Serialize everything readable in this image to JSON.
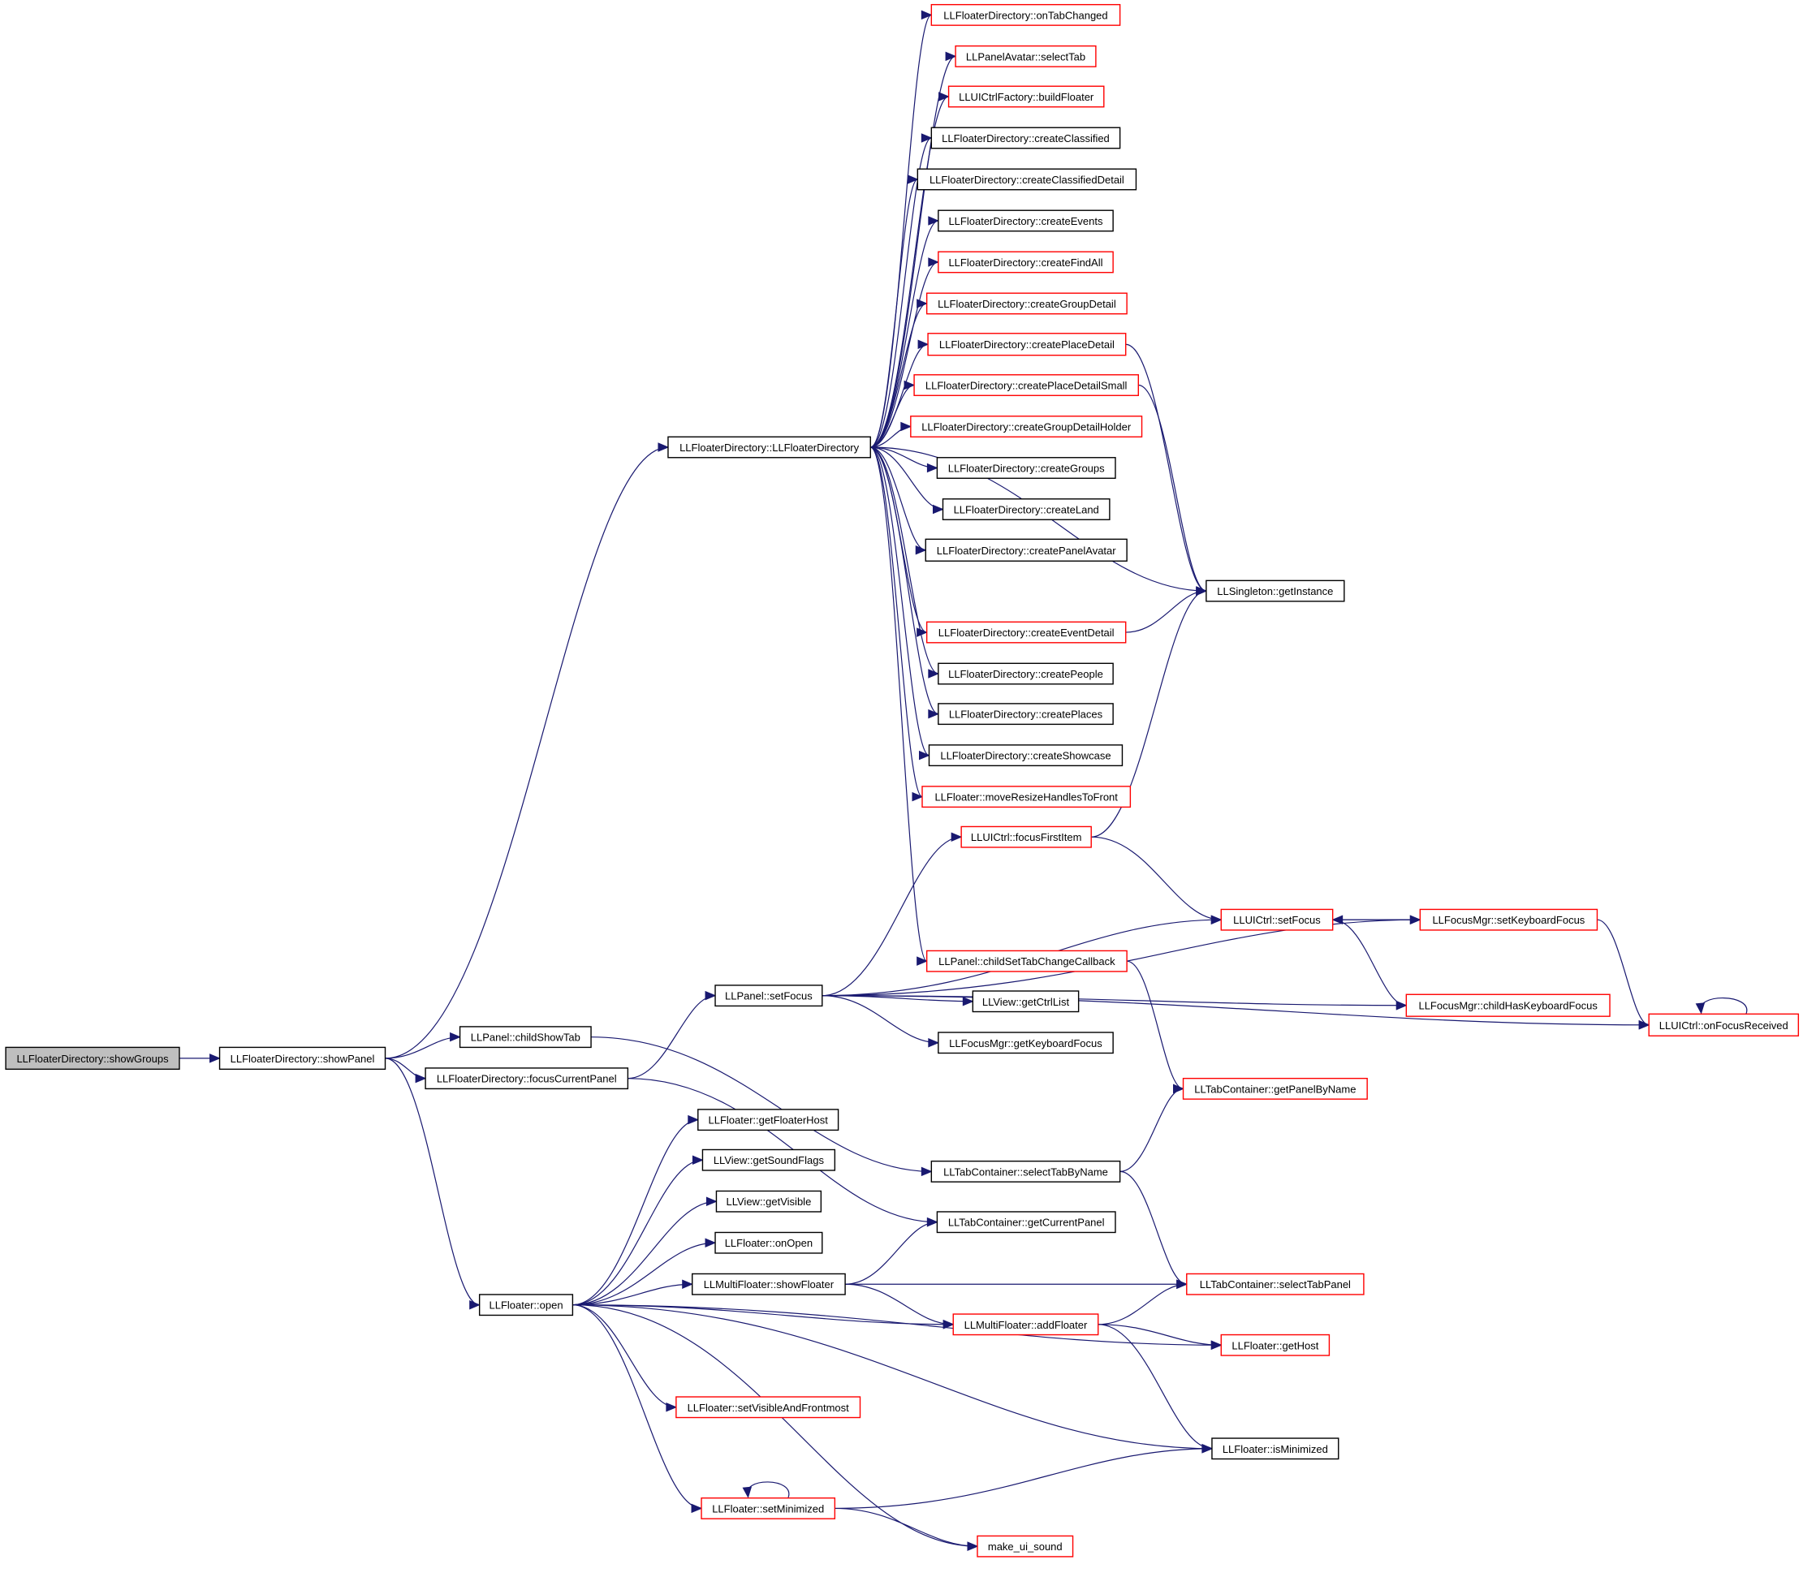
{
  "nodes": [
    {
      "id": "showGroups",
      "label": "LLFloaterDirectory::showGroups",
      "style": "root"
    },
    {
      "id": "showPanel",
      "label": "LLFloaterDirectory::showPanel",
      "style": "black"
    },
    {
      "id": "ctor",
      "label": "LLFloaterDirectory::LLFloaterDirectory",
      "style": "black"
    },
    {
      "id": "onTabChanged",
      "label": "LLFloaterDirectory::onTabChanged",
      "style": "red"
    },
    {
      "id": "selectTab",
      "label": "LLPanelAvatar::selectTab",
      "style": "red"
    },
    {
      "id": "buildFloater",
      "label": "LLUICtrlFactory::buildFloater",
      "style": "red"
    },
    {
      "id": "createClassified",
      "label": "LLFloaterDirectory::createClassified",
      "style": "black"
    },
    {
      "id": "createClassifiedDetail",
      "label": "LLFloaterDirectory::createClassifiedDetail",
      "style": "black"
    },
    {
      "id": "createEvents",
      "label": "LLFloaterDirectory::createEvents",
      "style": "black"
    },
    {
      "id": "createFindAll",
      "label": "LLFloaterDirectory::createFindAll",
      "style": "red"
    },
    {
      "id": "createGroupDetail",
      "label": "LLFloaterDirectory::createGroupDetail",
      "style": "red"
    },
    {
      "id": "createPlaceDetail",
      "label": "LLFloaterDirectory::createPlaceDetail",
      "style": "red"
    },
    {
      "id": "createPlaceDetailSmall",
      "label": "LLFloaterDirectory::createPlaceDetailSmall",
      "style": "red"
    },
    {
      "id": "createGroupDetailHolder",
      "label": "LLFloaterDirectory::createGroupDetailHolder",
      "style": "red"
    },
    {
      "id": "createGroups",
      "label": "LLFloaterDirectory::createGroups",
      "style": "black"
    },
    {
      "id": "createLand",
      "label": "LLFloaterDirectory::createLand",
      "style": "black"
    },
    {
      "id": "createPanelAvatar",
      "label": "LLFloaterDirectory::createPanelAvatar",
      "style": "black"
    },
    {
      "id": "getInstance",
      "label": "LLSingleton::getInstance",
      "style": "black"
    },
    {
      "id": "createEventDetail",
      "label": "LLFloaterDirectory::createEventDetail",
      "style": "red"
    },
    {
      "id": "createPeople",
      "label": "LLFloaterDirectory::createPeople",
      "style": "black"
    },
    {
      "id": "createPlaces",
      "label": "LLFloaterDirectory::createPlaces",
      "style": "black"
    },
    {
      "id": "createShowcase",
      "label": "LLFloaterDirectory::createShowcase",
      "style": "black"
    },
    {
      "id": "moveResize",
      "label": "LLFloater::moveResizeHandlesToFront",
      "style": "red"
    },
    {
      "id": "focusFirstItem",
      "label": "LLUICtrl::focusFirstItem",
      "style": "red"
    },
    {
      "id": "uiSetFocus",
      "label": "LLUICtrl::setFocus",
      "style": "red"
    },
    {
      "id": "setKeyboardFocus",
      "label": "LLFocusMgr::setKeyboardFocus",
      "style": "red"
    },
    {
      "id": "childSetTabChangeCallback",
      "label": "LLPanel::childSetTabChangeCallback",
      "style": "red"
    },
    {
      "id": "childHasKeyboardFocus",
      "label": "LLFocusMgr::childHasKeyboardFocus",
      "style": "red"
    },
    {
      "id": "onFocusReceived",
      "label": "LLUICtrl::onFocusReceived",
      "style": "red"
    },
    {
      "id": "panelSetFocus",
      "label": "LLPanel::setFocus",
      "style": "black"
    },
    {
      "id": "getCtrlList",
      "label": "LLView::getCtrlList",
      "style": "black"
    },
    {
      "id": "childShowTab",
      "label": "LLPanel::childShowTab",
      "style": "black"
    },
    {
      "id": "getKeyboardFocus",
      "label": "LLFocusMgr::getKeyboardFocus",
      "style": "black"
    },
    {
      "id": "focusCurrentPanel",
      "label": "LLFloaterDirectory::focusCurrentPanel",
      "style": "black"
    },
    {
      "id": "getPanelByName",
      "label": "LLTabContainer::getPanelByName",
      "style": "red"
    },
    {
      "id": "getFloaterHost",
      "label": "LLFloater::getFloaterHost",
      "style": "black"
    },
    {
      "id": "getSoundFlags",
      "label": "LLView::getSoundFlags",
      "style": "black"
    },
    {
      "id": "selectTabByName",
      "label": "LLTabContainer::selectTabByName",
      "style": "black"
    },
    {
      "id": "getVisible",
      "label": "LLView::getVisible",
      "style": "black"
    },
    {
      "id": "getCurrentPanel",
      "label": "LLTabContainer::getCurrentPanel",
      "style": "black"
    },
    {
      "id": "onOpen",
      "label": "LLFloater::onOpen",
      "style": "black"
    },
    {
      "id": "showFloater",
      "label": "LLMultiFloater::showFloater",
      "style": "black"
    },
    {
      "id": "selectTabPanel",
      "label": "LLTabContainer::selectTabPanel",
      "style": "red"
    },
    {
      "id": "open",
      "label": "LLFloater::open",
      "style": "black"
    },
    {
      "id": "addFloater",
      "label": "LLMultiFloater::addFloater",
      "style": "red"
    },
    {
      "id": "getHost",
      "label": "LLFloater::getHost",
      "style": "red"
    },
    {
      "id": "setVisibleAndFrontmost",
      "label": "LLFloater::setVisibleAndFrontmost",
      "style": "red"
    },
    {
      "id": "isMinimized",
      "label": "LLFloater::isMinimized",
      "style": "black"
    },
    {
      "id": "setMinimized",
      "label": "LLFloater::setMinimized",
      "style": "red"
    },
    {
      "id": "makeUiSound",
      "label": "make_ui_sound",
      "style": "red"
    }
  ],
  "edges": [
    [
      "showGroups",
      "showPanel"
    ],
    [
      "showPanel",
      "ctor"
    ],
    [
      "showPanel",
      "childShowTab"
    ],
    [
      "showPanel",
      "focusCurrentPanel"
    ],
    [
      "showPanel",
      "open"
    ],
    [
      "ctor",
      "onTabChanged"
    ],
    [
      "ctor",
      "selectTab"
    ],
    [
      "ctor",
      "buildFloater"
    ],
    [
      "ctor",
      "createClassified"
    ],
    [
      "ctor",
      "createClassifiedDetail"
    ],
    [
      "ctor",
      "createEvents"
    ],
    [
      "ctor",
      "createFindAll"
    ],
    [
      "ctor",
      "createGroupDetail"
    ],
    [
      "ctor",
      "createPlaceDetail"
    ],
    [
      "ctor",
      "createPlaceDetailSmall"
    ],
    [
      "ctor",
      "createGroupDetailHolder"
    ],
    [
      "ctor",
      "createGroups"
    ],
    [
      "ctor",
      "createLand"
    ],
    [
      "ctor",
      "createPanelAvatar"
    ],
    [
      "ctor",
      "getInstance"
    ],
    [
      "ctor",
      "createEventDetail"
    ],
    [
      "ctor",
      "createPeople"
    ],
    [
      "ctor",
      "createPlaces"
    ],
    [
      "ctor",
      "createShowcase"
    ],
    [
      "ctor",
      "moveResize"
    ],
    [
      "ctor",
      "childSetTabChangeCallback"
    ],
    [
      "createPlaceDetail",
      "getInstance"
    ],
    [
      "createPlaceDetailSmall",
      "getInstance"
    ],
    [
      "createEventDetail",
      "getInstance"
    ],
    [
      "focusFirstItem",
      "getInstance"
    ],
    [
      "focusFirstItem",
      "uiSetFocus"
    ],
    [
      "uiSetFocus",
      "setKeyboardFocus"
    ],
    [
      "setKeyboardFocus",
      "uiSetFocus"
    ],
    [
      "uiSetFocus",
      "childHasKeyboardFocus"
    ],
    [
      "setKeyboardFocus",
      "onFocusReceived"
    ],
    [
      "onFocusReceived",
      "onFocusReceived"
    ],
    [
      "childSetTabChangeCallback",
      "getPanelByName"
    ],
    [
      "panelSetFocus",
      "focusFirstItem"
    ],
    [
      "panelSetFocus",
      "setKeyboardFocus"
    ],
    [
      "panelSetFocus",
      "uiSetFocus"
    ],
    [
      "panelSetFocus",
      "getCtrlList"
    ],
    [
      "panelSetFocus",
      "getKeyboardFocus"
    ],
    [
      "panelSetFocus",
      "childHasKeyboardFocus"
    ],
    [
      "panelSetFocus",
      "onFocusReceived"
    ],
    [
      "childShowTab",
      "selectTabByName"
    ],
    [
      "focusCurrentPanel",
      "panelSetFocus"
    ],
    [
      "focusCurrentPanel",
      "getCurrentPanel"
    ],
    [
      "selectTabByName",
      "getPanelByName"
    ],
    [
      "selectTabByName",
      "selectTabPanel"
    ],
    [
      "open",
      "getFloaterHost"
    ],
    [
      "open",
      "getSoundFlags"
    ],
    [
      "open",
      "getVisible"
    ],
    [
      "open",
      "onOpen"
    ],
    [
      "open",
      "showFloater"
    ],
    [
      "open",
      "addFloater"
    ],
    [
      "open",
      "getHost"
    ],
    [
      "open",
      "setVisibleAndFrontmost"
    ],
    [
      "open",
      "isMinimized"
    ],
    [
      "open",
      "setMinimized"
    ],
    [
      "open",
      "makeUiSound"
    ],
    [
      "showFloater",
      "getCurrentPanel"
    ],
    [
      "showFloater",
      "selectTabPanel"
    ],
    [
      "showFloater",
      "addFloater"
    ],
    [
      "addFloater",
      "selectTabPanel"
    ],
    [
      "addFloater",
      "getHost"
    ],
    [
      "addFloater",
      "isMinimized"
    ],
    [
      "setMinimized",
      "isMinimized"
    ],
    [
      "setMinimized",
      "setMinimized"
    ],
    [
      "setMinimized",
      "makeUiSound"
    ]
  ]
}
